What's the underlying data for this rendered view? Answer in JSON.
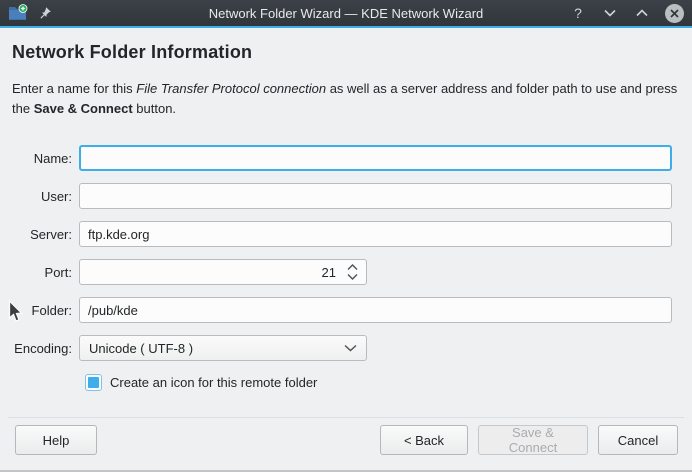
{
  "titlebar": {
    "title": "Network Folder Wizard — KDE Network Wizard",
    "help_glyph": "?"
  },
  "page": {
    "heading": "Network Folder Information",
    "description": {
      "part1": "Enter a name for this ",
      "italic": "File Transfer Protocol connection",
      "part2": " as well as a server address and folder path to use and press the ",
      "bold": "Save & Connect",
      "part3": " button."
    }
  },
  "form": {
    "fields": {
      "name": {
        "label": "Name:",
        "value": ""
      },
      "user": {
        "label": "User:",
        "value": ""
      },
      "server": {
        "label": "Server:",
        "value": "ftp.kde.org"
      },
      "port": {
        "label": "Port:",
        "value": "21"
      },
      "folder": {
        "label": "Folder:",
        "value": "/pub/kde"
      },
      "encoding": {
        "label": "Encoding:",
        "value": "Unicode ( UTF-8 )"
      }
    },
    "checkbox": {
      "label": "Create an icon for this remote folder",
      "checked": true
    }
  },
  "buttons": {
    "help": "Help",
    "back": "< Back",
    "save_connect": "Save & Connect",
    "cancel": "Cancel"
  },
  "colors": {
    "accent": "#3daee9",
    "titlebar": "#31363b",
    "background": "#eff0f1",
    "input_background": "#fcfcfc"
  }
}
